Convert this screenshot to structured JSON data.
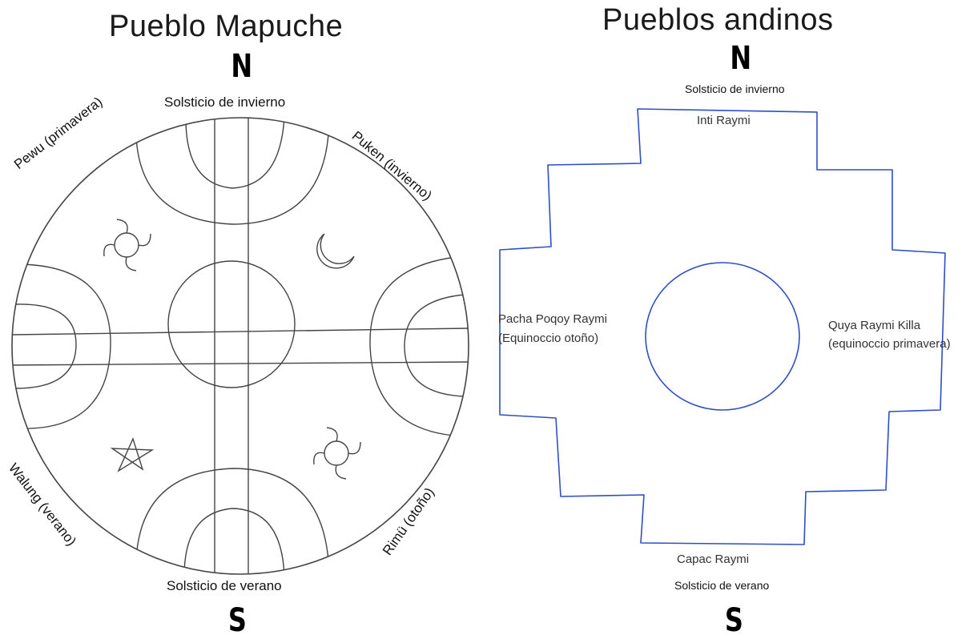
{
  "left": {
    "title": "Pueblo Mapuche",
    "north": "N",
    "south": "S",
    "north_label": "Solsticio de invierno",
    "south_label": "Solsticio de verano",
    "nw_label": "Pewu (primavera)",
    "ne_label": "Puken (invierno)",
    "sw_label": "Walung (verano)",
    "se_label": "Rimü (otoño)",
    "symbols": [
      "sun-spiral-icon",
      "moon-icon",
      "star-icon",
      "sun-spiral-icon"
    ]
  },
  "right": {
    "title": "Pueblos andinos",
    "north": "N",
    "south": "S",
    "north_label": "Solsticio de invierno",
    "south_label": "Solsticio de verano",
    "top_label": "Inti Raymi",
    "bottom_label": "Capac Raymi",
    "left_label_1": "Pacha Poqoy Raymi",
    "left_label_2": "(Equinoccio otoño)",
    "right_label_1": "Quya Raymi Killa",
    "right_label_2": "(equinoccio primavera)",
    "line_color": "#2f4fc4"
  }
}
